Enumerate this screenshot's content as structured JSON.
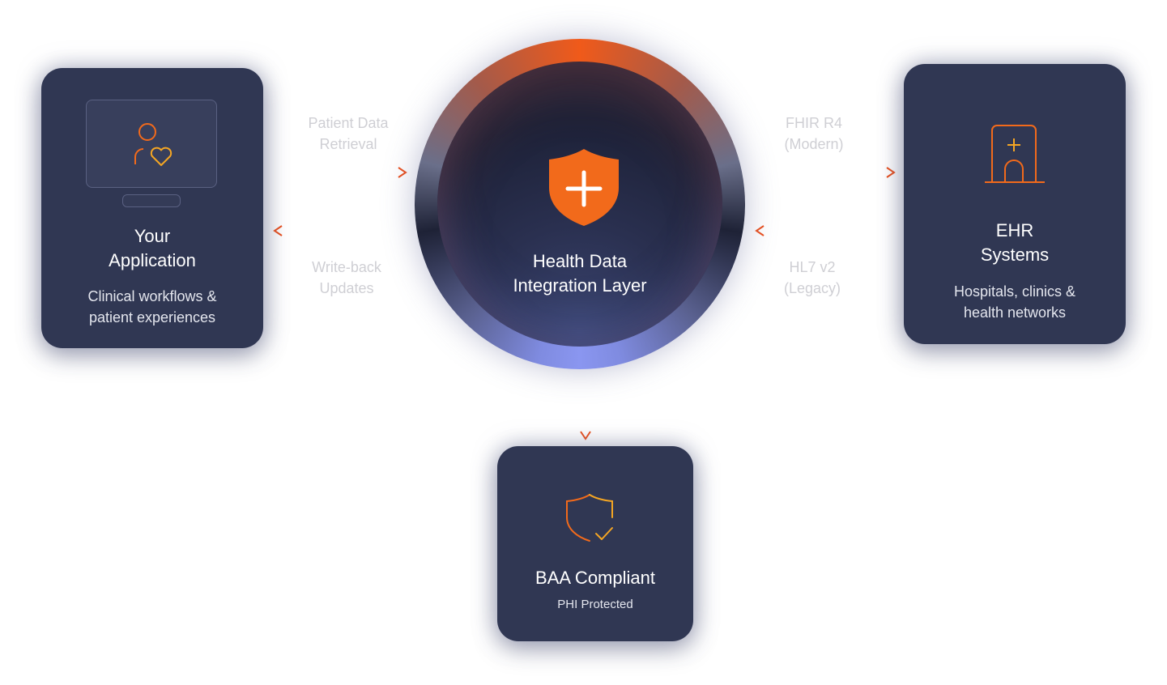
{
  "hub": {
    "title_line1": "Health Data",
    "title_line2": "Integration Layer",
    "icon": "shield-plus-icon"
  },
  "app_card": {
    "title_line1": "Your",
    "title_line2": "Application",
    "subtitle_line1": "Clinical workflows &",
    "subtitle_line2": "patient experiences",
    "icon": "patient-heart-monitor-icon"
  },
  "ehr_card": {
    "title_line1": "EHR",
    "title_line2": "Systems",
    "subtitle_line1": "Hospitals, clinics &",
    "subtitle_line2": "health networks",
    "icon": "hospital-building-icon"
  },
  "baa_card": {
    "title": "BAA Compliant",
    "subtitle": "PHI Protected",
    "icon": "shield-check-icon"
  },
  "flows": {
    "patient_retrieval": {
      "line1": "Patient Data",
      "line2": "Retrieval"
    },
    "write_back": {
      "line1": "Write-back",
      "line2": "Updates"
    },
    "fhir": {
      "line1": "FHIR R4",
      "line2": "(Modern)"
    },
    "hl7": {
      "line1": "HL7 v2",
      "line2": "(Legacy)"
    }
  },
  "colors": {
    "card_bg": "#303753",
    "accent_orange": "#f26a1b",
    "accent_amber": "#f5a623",
    "arrow_orange": "#ea4f1c",
    "label_gray": "#cfcfd4"
  }
}
